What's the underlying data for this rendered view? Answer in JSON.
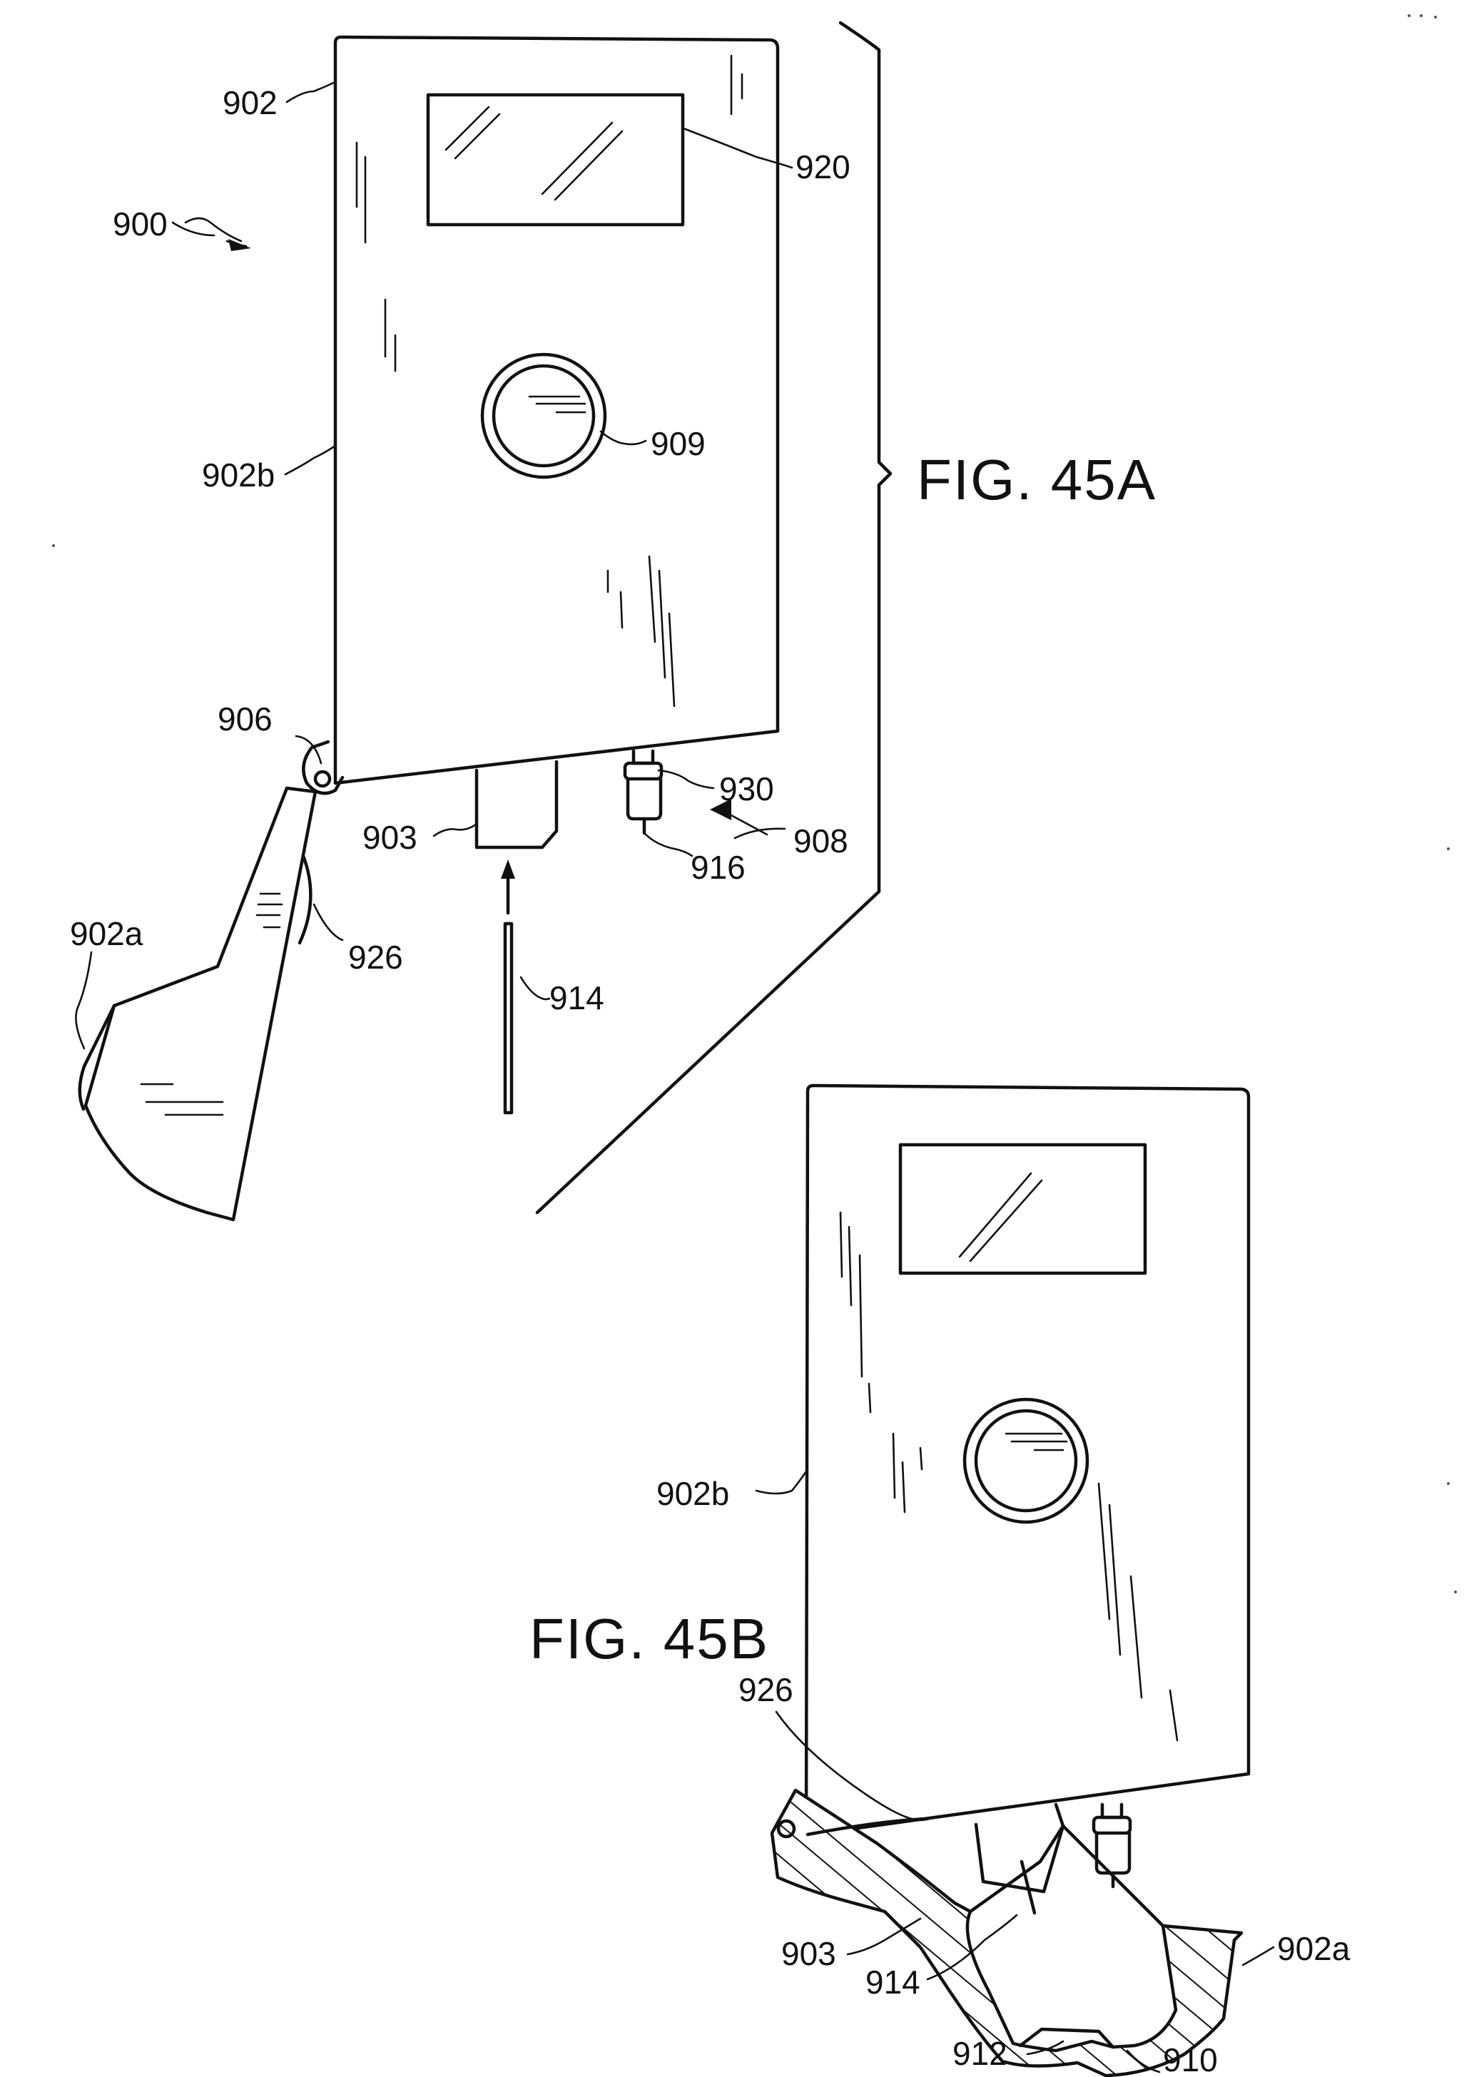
{
  "figures": {
    "fig_a": {
      "caption": "FIG. 45A",
      "labels": {
        "l900": "900",
        "l902": "902",
        "l920": "920",
        "l902b": "902b",
        "l909": "909",
        "l906": "906",
        "l930": "930",
        "l903": "903",
        "l908": "908",
        "l916": "916",
        "l902a": "902a",
        "l926": "926",
        "l914": "914"
      }
    },
    "fig_b": {
      "caption": "FIG. 45B",
      "labels": {
        "l902b": "902b",
        "l926": "926",
        "l903": "903",
        "l914": "914",
        "l902a": "902a",
        "l912": "912",
        "l910": "910"
      }
    }
  }
}
